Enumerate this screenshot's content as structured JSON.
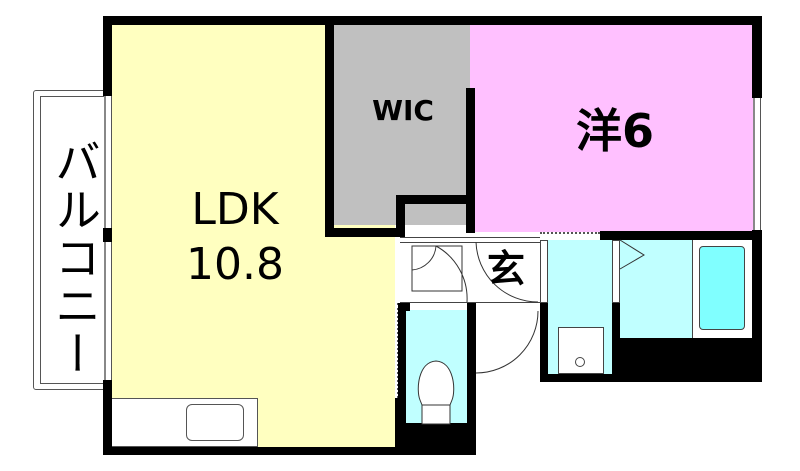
{
  "floor_plan": {
    "rooms": [
      {
        "id": "ldk",
        "name": "LDK",
        "size": "10.8",
        "color": "#FFFFC0"
      },
      {
        "id": "wic",
        "name": "WIC",
        "color": "#C0C0C0"
      },
      {
        "id": "western_room",
        "name": "洋6",
        "color": "#FFC0FF"
      },
      {
        "id": "entrance",
        "name": "玄",
        "color": "#FFFFFF"
      },
      {
        "id": "toilet",
        "color": "#C0FFFF"
      },
      {
        "id": "washroom",
        "color": "#C0FFFF"
      },
      {
        "id": "bathroom",
        "color": "#C0FFFF",
        "bathtub_color": "#80FFFF"
      }
    ],
    "balcony": {
      "label": "バルコニー"
    },
    "colors": {
      "wall": "#000000",
      "ldk": "#FFFFC0",
      "wic": "#C0C0C0",
      "western": "#FFC0FF",
      "wet": "#C0FFFF",
      "tub": "#80FFFF"
    }
  }
}
